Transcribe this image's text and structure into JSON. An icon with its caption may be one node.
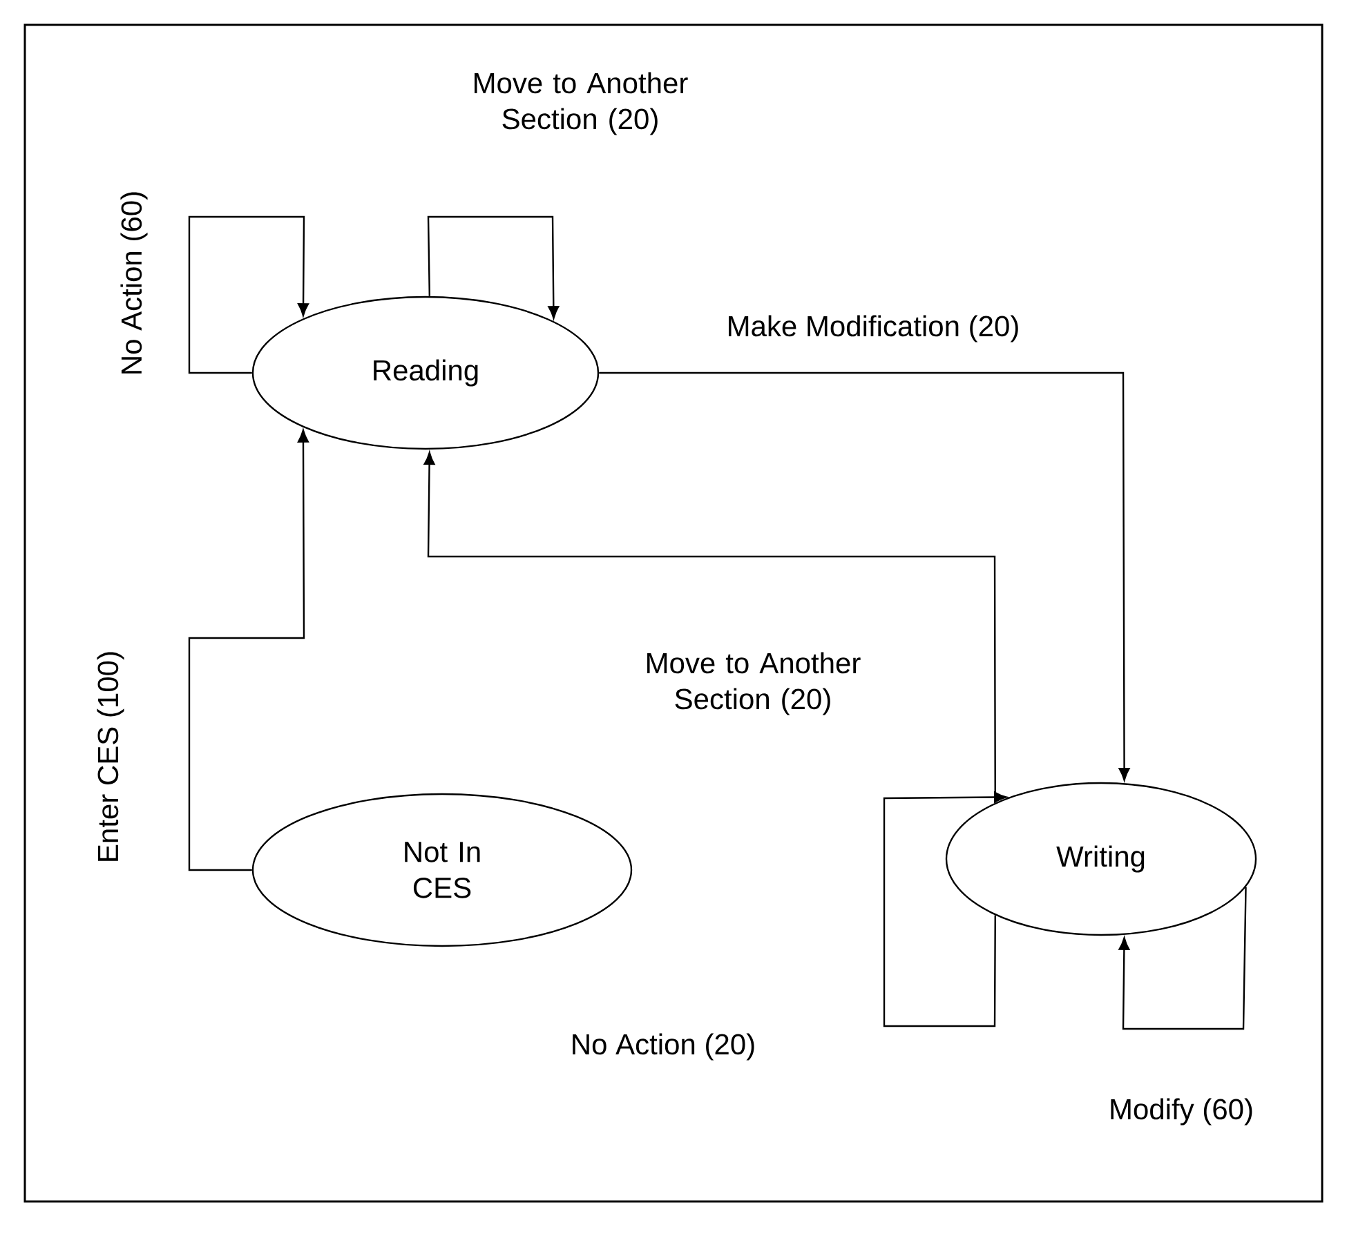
{
  "diagram": {
    "nodes": [
      {
        "text": [
          "Reading"
        ]
      },
      {
        "text": [
          "Not In CES"
        ]
      },
      {
        "text": [
          "Writing"
        ]
      }
    ],
    "edges": [
      {
        "from": 0,
        "to": 0,
        "arrow": "to",
        "label": "No Action (60)"
      },
      {
        "from": 0,
        "to": 0,
        "arrow": "to",
        "label": "Move to Another Section (20)"
      },
      {
        "from": 0,
        "to": 2,
        "arrow": "to",
        "label": "Make Modification (20)"
      },
      {
        "from": 1,
        "to": 0,
        "arrow": "to",
        "label": "Enter CES (100)"
      },
      {
        "from": 2,
        "to": 0,
        "arrow": "to",
        "label": "Move to Another Section (20)"
      },
      {
        "from": 2,
        "to": 2,
        "arrow": "to",
        "label": "No Action (20)"
      },
      {
        "from": 2,
        "to": 2,
        "arrow": "to",
        "label": "Modify (60)"
      }
    ]
  }
}
